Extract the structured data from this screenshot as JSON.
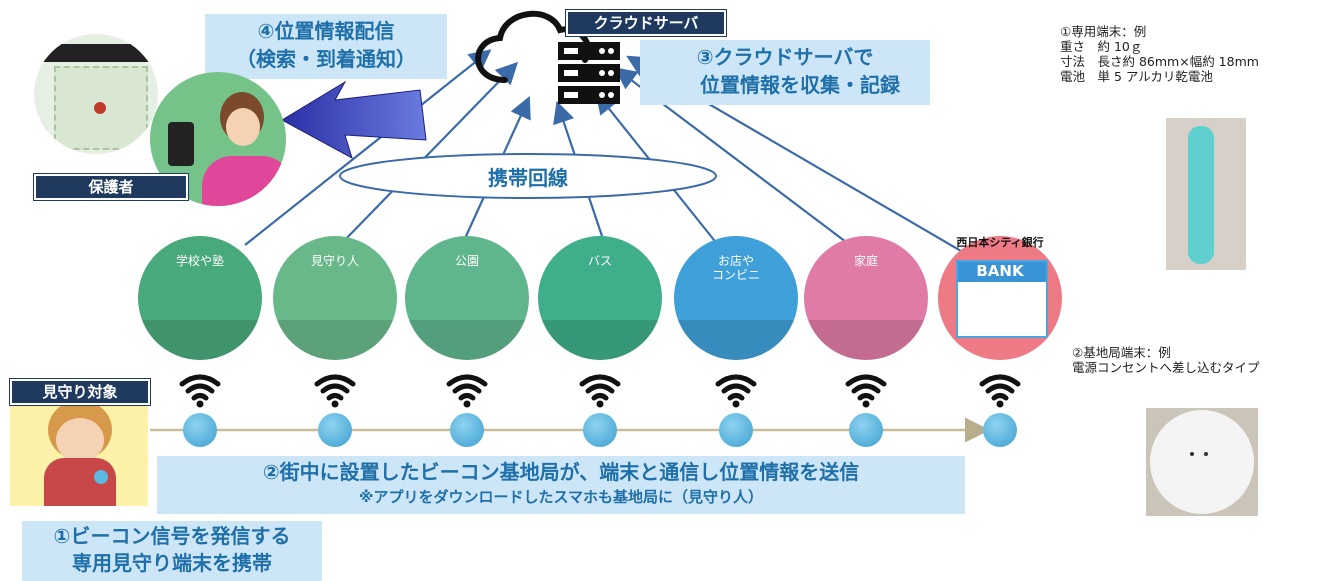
{
  "cloud_server_label": "クラウドサーバ",
  "step3": {
    "line1": "③クラウドサーバで",
    "line2": "位置情報を収集・記録"
  },
  "step4": {
    "line1": "④位置情報配信",
    "line2": "（検索・到着通知）"
  },
  "guardian_label": "保護者",
  "network_label": "携帯回線",
  "locations": [
    {
      "label": "学校や塾",
      "color": "#48a97a"
    },
    {
      "label": "見守り人",
      "color": "#69b889"
    },
    {
      "label": "公園",
      "color": "#5fb68c"
    },
    {
      "label": "バス",
      "color": "#3fae8a"
    },
    {
      "label": "お店や\nコンビニ",
      "color": "#3f9fd8"
    },
    {
      "label": "家庭",
      "color": "#e07aa6"
    },
    {
      "label": "BANK",
      "color": "#ee7a86"
    }
  ],
  "bank_name": "西日本シティ銀行",
  "watched_label": "見守り対象",
  "step2": {
    "line1": "②街中に設置したビーコン基地局が、端末と通信し位置情報を送信",
    "line2": "※アプリをダウンロードしたスマホも基地局に（見守り人）"
  },
  "step1": {
    "line1": "①ビーコン信号を発信する",
    "line2": "専用見守り端末を携帯"
  },
  "device_note": "①専用端末：例\n重さ　約 10ｇ\n寸法　長さ約 86mm×幅約 18mm\n電池　単 5 アルカリ乾電池",
  "base_note": "②基地局端末：例\n電源コンセントへ差し込むタイプ",
  "colors": {
    "accent_text": "#1f6fa9",
    "label_bg": "#cde6f7",
    "line": "#3b6aa8",
    "tag_bg": "#1f3a5e"
  }
}
